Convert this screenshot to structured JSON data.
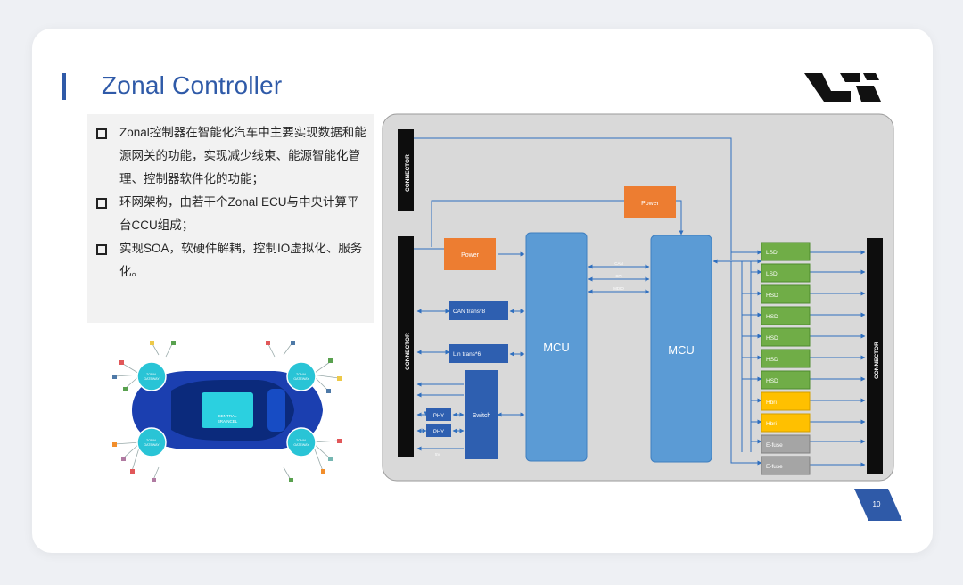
{
  "slide": {
    "title": "Zonal Controller",
    "page_number": "10",
    "colors": {
      "accent": "#2f5aa8",
      "mcu": "#5b9bd5",
      "power": "#ed7d31",
      "green": "#70ad47",
      "yellow": "#ffc000",
      "gray": "#a5a5a5"
    }
  },
  "bullets": [
    "Zonal控制器在智能化汽车中主要实现数据和能源网关的功能，实现减少线束、能源智能化管理、控制器软件化的功能；",
    "环网架构，由若干个Zonal ECU与中央计算平台CCU组成；",
    "实现SOA，软硬件解耦，控制IO虚拟化、服务化。"
  ],
  "car": {
    "zonal_label_line1": "ZONAL",
    "zonal_label_line2": "GATEWAY",
    "central_line1": "CENTRAL",
    "central_line2": "BRAINCEL"
  },
  "diagram": {
    "connector_label": "CONNECTOR",
    "power_label": "Power",
    "can_label": "CAN trans*8",
    "lin_label": "Lin trans*6",
    "phy_label": "PHY",
    "switch_label": "Switch",
    "mcu_label": "MCU",
    "bus_labels": [
      "CAN",
      "SPI",
      "MDIO"
    ],
    "small_label": "5V",
    "outputs": [
      {
        "label": "LSD",
        "type": "green"
      },
      {
        "label": "LSD",
        "type": "green"
      },
      {
        "label": "HSD",
        "type": "green"
      },
      {
        "label": "HSD",
        "type": "green"
      },
      {
        "label": "HSD",
        "type": "green"
      },
      {
        "label": "HSD",
        "type": "green"
      },
      {
        "label": "HSD",
        "type": "green"
      },
      {
        "label": "Hbri",
        "type": "yellow"
      },
      {
        "label": "Hbri",
        "type": "yellow"
      },
      {
        "label": "E-fuse",
        "type": "gray"
      },
      {
        "label": "E-fuse",
        "type": "gray"
      }
    ]
  }
}
